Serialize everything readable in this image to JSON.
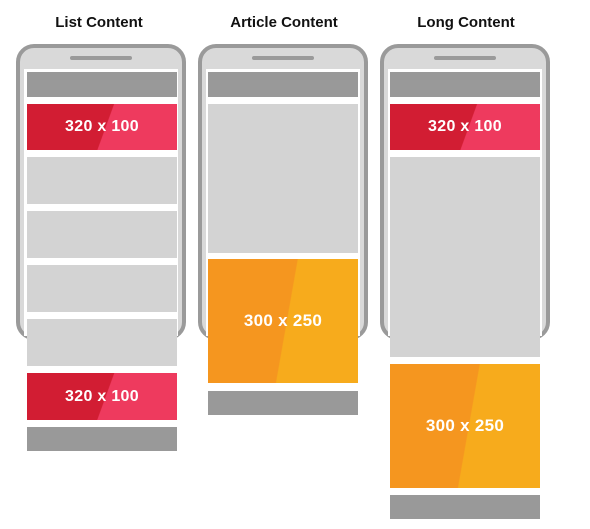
{
  "columns": [
    {
      "title": "List Content",
      "ads": [
        "320 x 100",
        "320 x 100"
      ]
    },
    {
      "title": "Article Content",
      "ads": [
        "300 x 250"
      ]
    },
    {
      "title": "Long Content",
      "ads": [
        "320 x 100",
        "300 x 250"
      ]
    }
  ],
  "colors": {
    "phone_frame": "#9a9a9a",
    "content_block": "#d3d3d3",
    "bar": "#999999",
    "ad_red": "#d21d33",
    "ad_red_light": "#ee3a5e",
    "ad_orange": "#f5961f",
    "ad_orange_light": "#f7ab1c"
  }
}
